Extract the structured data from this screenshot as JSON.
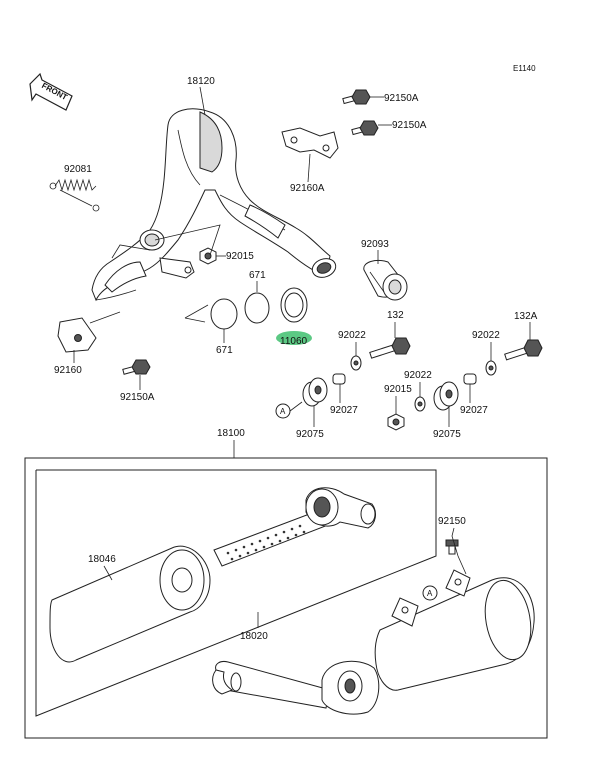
{
  "diagram_code": "E1140",
  "front_label": "FRONT",
  "ref_letter": "A",
  "labels": {
    "p18120": "18120",
    "p92150A_1": "92150A",
    "p92150A_2": "92150A",
    "p92160A": "92160A",
    "p92081": "92081",
    "p92015_top": "92015",
    "p671_top": "671",
    "p671_bot": "671",
    "p11060": "11060",
    "p92093": "92093",
    "p92160": "92160",
    "p92150A_3": "92150A",
    "p132": "132",
    "p92022_1": "92022",
    "p92022_2": "92022",
    "p92022_3": "92022",
    "p132A": "132A",
    "p92015_mid": "92015",
    "p92027_1": "92027",
    "p92027_2": "92027",
    "p92075_1": "92075",
    "p92075_2": "92075",
    "p18100": "18100",
    "p18046": "18046",
    "p18020": "18020",
    "p92150": "92150"
  },
  "highlight_color": "#3fbf6f"
}
